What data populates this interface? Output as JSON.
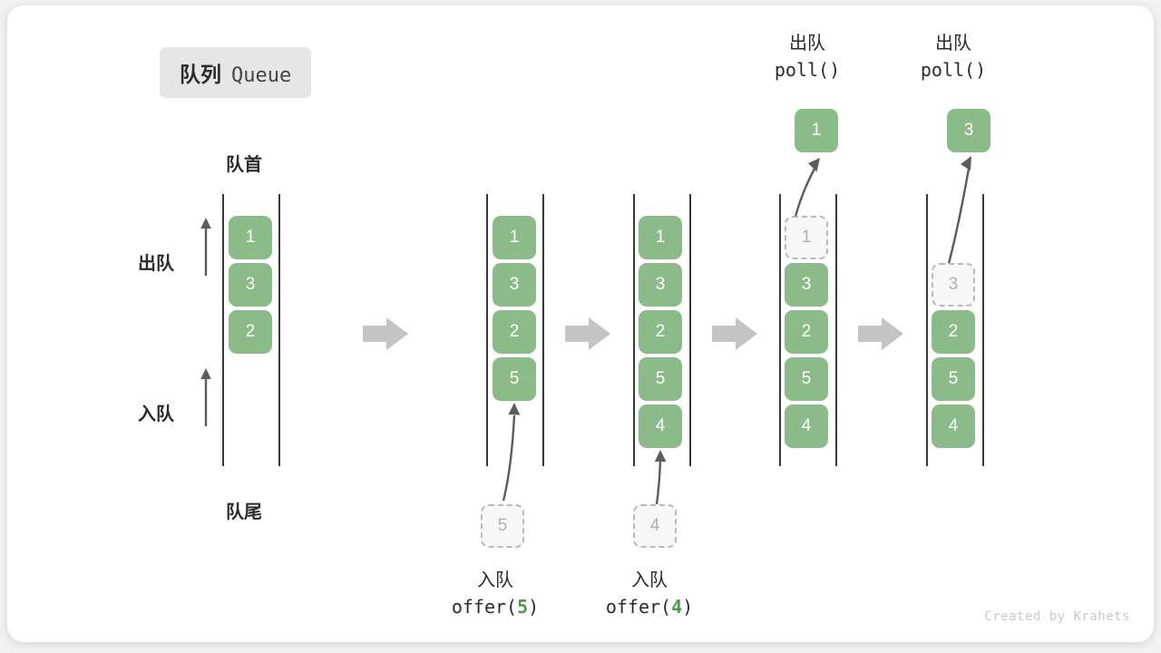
{
  "title": {
    "cn": "队列",
    "en": "Queue"
  },
  "axis_labels": {
    "head": "队首",
    "tail": "队尾",
    "dequeue": "出队",
    "enqueue": "入队"
  },
  "watermark": "Created by Krahets",
  "colors": {
    "cell_fill": "#8cbb8a",
    "cell_text": "#ffffff",
    "ghost_fill": "#f7f7f7",
    "ghost_border": "#b9b9b9",
    "ghost_text": "#b0b0b0",
    "rail": "#3a3a3a",
    "arrow": "#5c5c5c",
    "step_arrow": "#c4c4c4",
    "badge_bg": "#e6e6e6",
    "accent_green": "#4c9a4c",
    "card_bg": "#ffffff",
    "page_bg": "#f2f2f2"
  },
  "stages": [
    {
      "id": "stage-initial",
      "cells": [
        {
          "value": "1",
          "ghost": false
        },
        {
          "value": "3",
          "ghost": false
        },
        {
          "value": "2",
          "ghost": false
        }
      ],
      "top_label": null,
      "bottom_label": null,
      "floating": null,
      "ghost_input": null
    },
    {
      "id": "stage-offer-5",
      "cells": [
        {
          "value": "1",
          "ghost": false
        },
        {
          "value": "3",
          "ghost": false
        },
        {
          "value": "2",
          "ghost": false
        },
        {
          "value": "5",
          "ghost": false
        }
      ],
      "top_label": null,
      "bottom_label": {
        "line1": "入队",
        "line2_pre": "offer(",
        "line2_arg": "5",
        "line2_post": ")"
      },
      "floating": null,
      "ghost_input": "5"
    },
    {
      "id": "stage-offer-4",
      "cells": [
        {
          "value": "1",
          "ghost": false
        },
        {
          "value": "3",
          "ghost": false
        },
        {
          "value": "2",
          "ghost": false
        },
        {
          "value": "5",
          "ghost": false
        },
        {
          "value": "4",
          "ghost": false
        }
      ],
      "top_label": null,
      "bottom_label": {
        "line1": "入队",
        "line2_pre": "offer(",
        "line2_arg": "4",
        "line2_post": ")"
      },
      "floating": null,
      "ghost_input": "4"
    },
    {
      "id": "stage-poll-1",
      "cells": [
        {
          "value": "1",
          "ghost": true
        },
        {
          "value": "3",
          "ghost": false
        },
        {
          "value": "2",
          "ghost": false
        },
        {
          "value": "5",
          "ghost": false
        },
        {
          "value": "4",
          "ghost": false
        }
      ],
      "top_label": {
        "line1": "出队",
        "line2_pre": "poll(",
        "line2_arg": "",
        "line2_post": ")"
      },
      "bottom_label": null,
      "floating": "1",
      "ghost_input": null
    },
    {
      "id": "stage-poll-3",
      "cells": [
        {
          "value": "",
          "ghost": false,
          "empty": true
        },
        {
          "value": "3",
          "ghost": true
        },
        {
          "value": "2",
          "ghost": false
        },
        {
          "value": "5",
          "ghost": false
        },
        {
          "value": "4",
          "ghost": false
        }
      ],
      "top_label": {
        "line1": "出队",
        "line2_pre": "poll(",
        "line2_arg": "",
        "line2_post": ")"
      },
      "bottom_label": null,
      "floating": "3",
      "ghost_input": null
    }
  ],
  "step_arrows": [
    {
      "name": "step-arrow-1"
    },
    {
      "name": "step-arrow-2"
    },
    {
      "name": "step-arrow-3"
    },
    {
      "name": "step-arrow-4"
    }
  ]
}
